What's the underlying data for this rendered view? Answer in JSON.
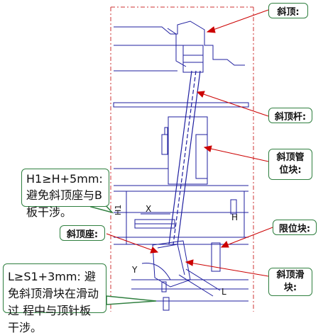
{
  "labels": {
    "lifter": "斜顶:",
    "lifter_rod": "斜顶杆:",
    "lifter_guide_block": "斜顶管位块:",
    "limit_block": "限位块:",
    "lifter_seat": "斜顶座:",
    "lifter_slider": "斜顶滑块:"
  },
  "dims": {
    "x": "X",
    "y": "Y",
    "l": "L",
    "h": "H",
    "h1": "H1"
  },
  "note_h1": {
    "title": "H1≥H+5mm:",
    "line1": "避免斜顶座与B",
    "line2": "板干涉。"
  },
  "note_l": {
    "title": "L≥S1+3mm:",
    "line1": "避免斜顶滑块在滑动过",
    "line2": "程中与顶针板干涉。"
  },
  "colors": {
    "line": "#1f1f9f",
    "arrow": "#cc0000",
    "frame": "#cc3333",
    "callout": "#2f7f3f"
  }
}
